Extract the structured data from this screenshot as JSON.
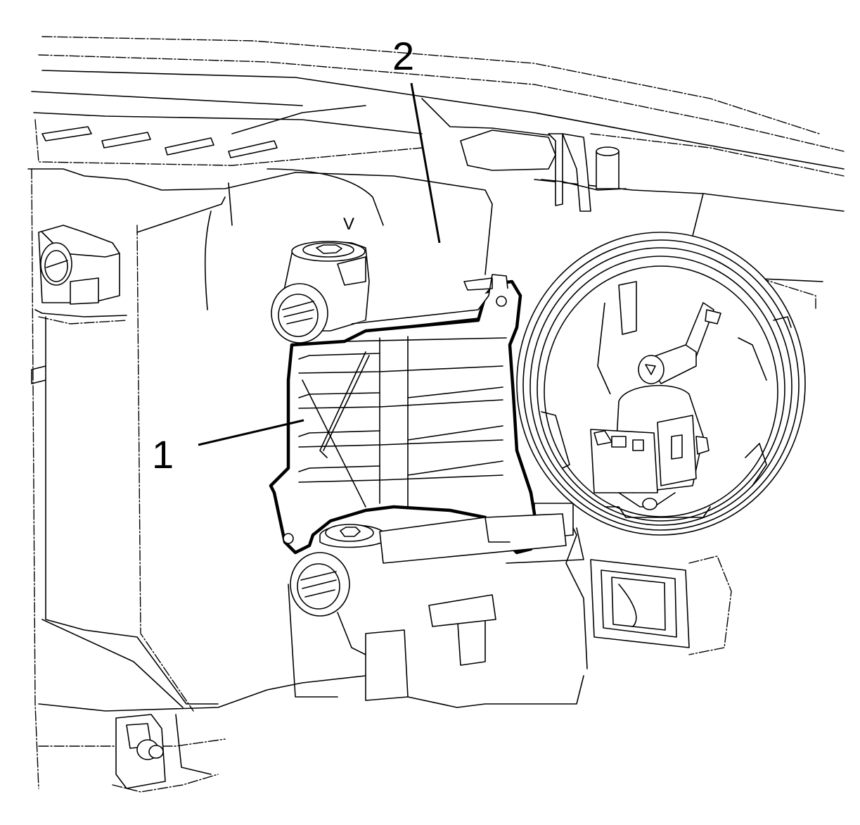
{
  "callouts": {
    "label_1": "1",
    "label_2": "2"
  },
  "markings": {
    "lamp_stamp": "V"
  }
}
